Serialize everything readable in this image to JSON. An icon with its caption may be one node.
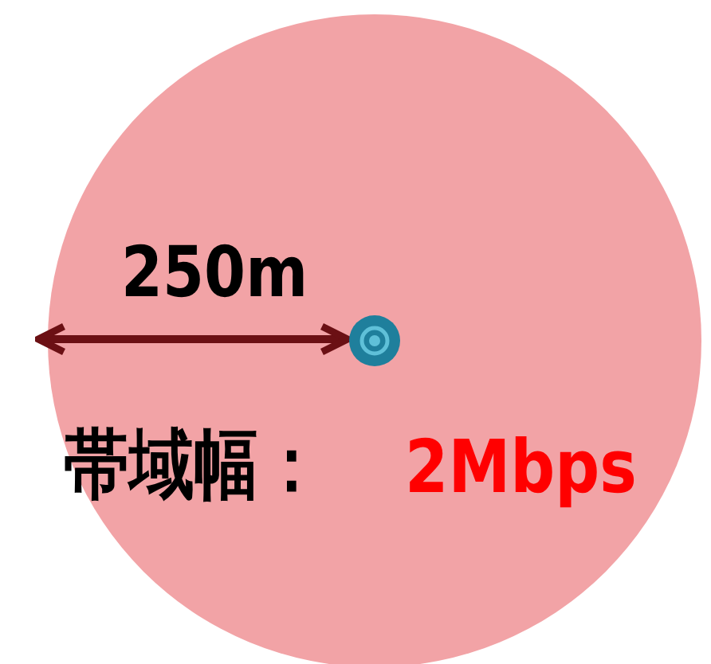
{
  "diagram": {
    "labels": [
      "250m",
      "帯域幅：",
      "2Mbps"
    ]
  }
}
